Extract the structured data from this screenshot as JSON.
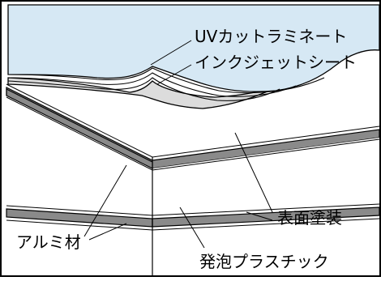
{
  "labels": {
    "uv_laminate": "UVカットラミネート",
    "inkjet_sheet": "インクジェットシート",
    "aluminum": "アルミ材",
    "surface_coating": "表面塗装",
    "foam_plastic": "発泡プラスチック"
  },
  "colors": {
    "laminate": "#d6e8f4",
    "sheet": "#dcdcdc",
    "aluminum": "#8a8a8a",
    "foam": "#ffffff",
    "outline": "#000000",
    "frame": "#000000"
  }
}
